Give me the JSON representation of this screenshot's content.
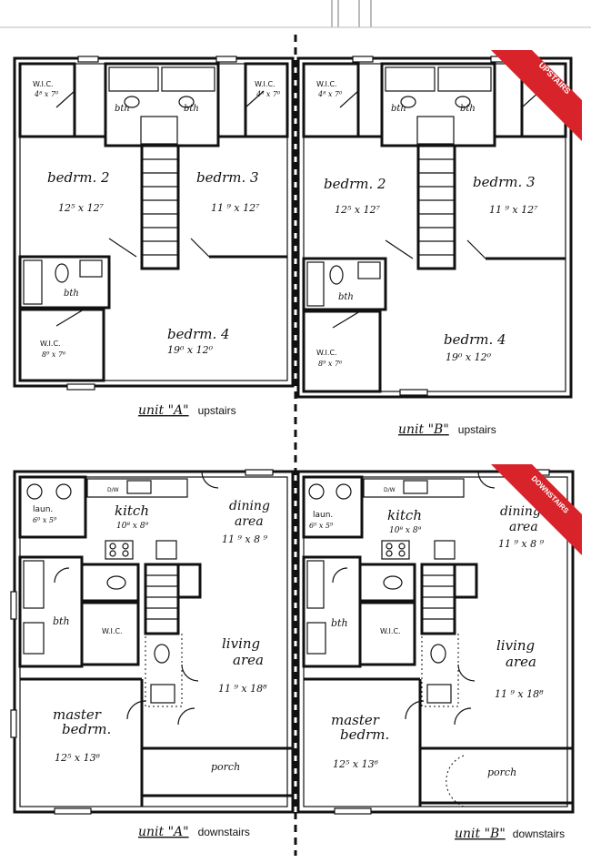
{
  "ribbons": {
    "upstairs": "UPSTAIRS",
    "downstairs": "DOWNSTAIRS",
    "color": "#d8232a"
  },
  "upstairs": {
    "wic_top_left": "W.I.C.",
    "wic_top_left_dim": "4⁸ x 7⁰",
    "wic_top_right": "W.I.C.",
    "wic_top_right_dim": "4⁸ x 7⁰",
    "bth_label": "bth",
    "bedrm2": "bedrm. 2",
    "bedrm2_dim": "12⁵ x 12⁷",
    "bedrm3": "bedrm. 3",
    "bedrm3_dim": "11 ⁹ x 12⁷",
    "bedrm4": "bedrm. 4",
    "bedrm4_dim": "19⁰ x 12⁰",
    "wic_bottom": "W.I.C.",
    "wic_bottom_dim": "8⁹ x 7⁶",
    "caption_a_unit": "unit \"A\"",
    "caption_a_floor": "upstairs",
    "caption_b_unit": "unit \"B\"",
    "caption_b_floor": "upstairs"
  },
  "downstairs": {
    "laun": "laun.",
    "laun_dim": "6⁰ x 5⁹",
    "kitch": "kitch",
    "kitch_dim": "10⁸ x 8⁹",
    "dw": "D/W",
    "dining": "dining",
    "dining_area": "area",
    "dining_dim": "11 ⁹ x 8 ⁹",
    "bth": "bth",
    "wic": "W.I.C.",
    "living": "living",
    "living_area": "area",
    "living_dim": "11 ⁹ x 18⁸",
    "master": "master",
    "master_bedrm": "bedrm.",
    "master_dim": "12⁵ x 13⁶",
    "porch": "porch",
    "caption_a_unit": "unit \"A\"",
    "caption_a_floor": "downstairs",
    "caption_b_unit": "unit \"B\"",
    "caption_b_floor": "downstairs"
  }
}
